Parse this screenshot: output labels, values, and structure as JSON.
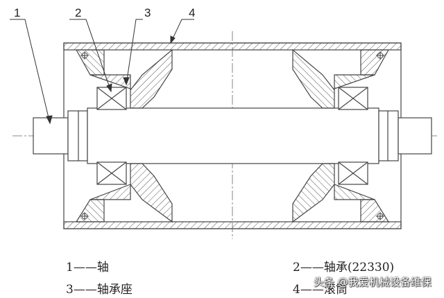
{
  "callouts": [
    "1",
    "2",
    "3",
    "4"
  ],
  "legend": [
    {
      "text": "1——轴"
    },
    {
      "text": "2——轴承(22330)"
    },
    {
      "text": "3——轴承座"
    },
    {
      "text": "4——滚筒"
    }
  ],
  "watermark": "头条 @我爱机械设备维保",
  "colors": {
    "line": "#444444",
    "hatch": "#555555",
    "background": "#ffffff"
  }
}
